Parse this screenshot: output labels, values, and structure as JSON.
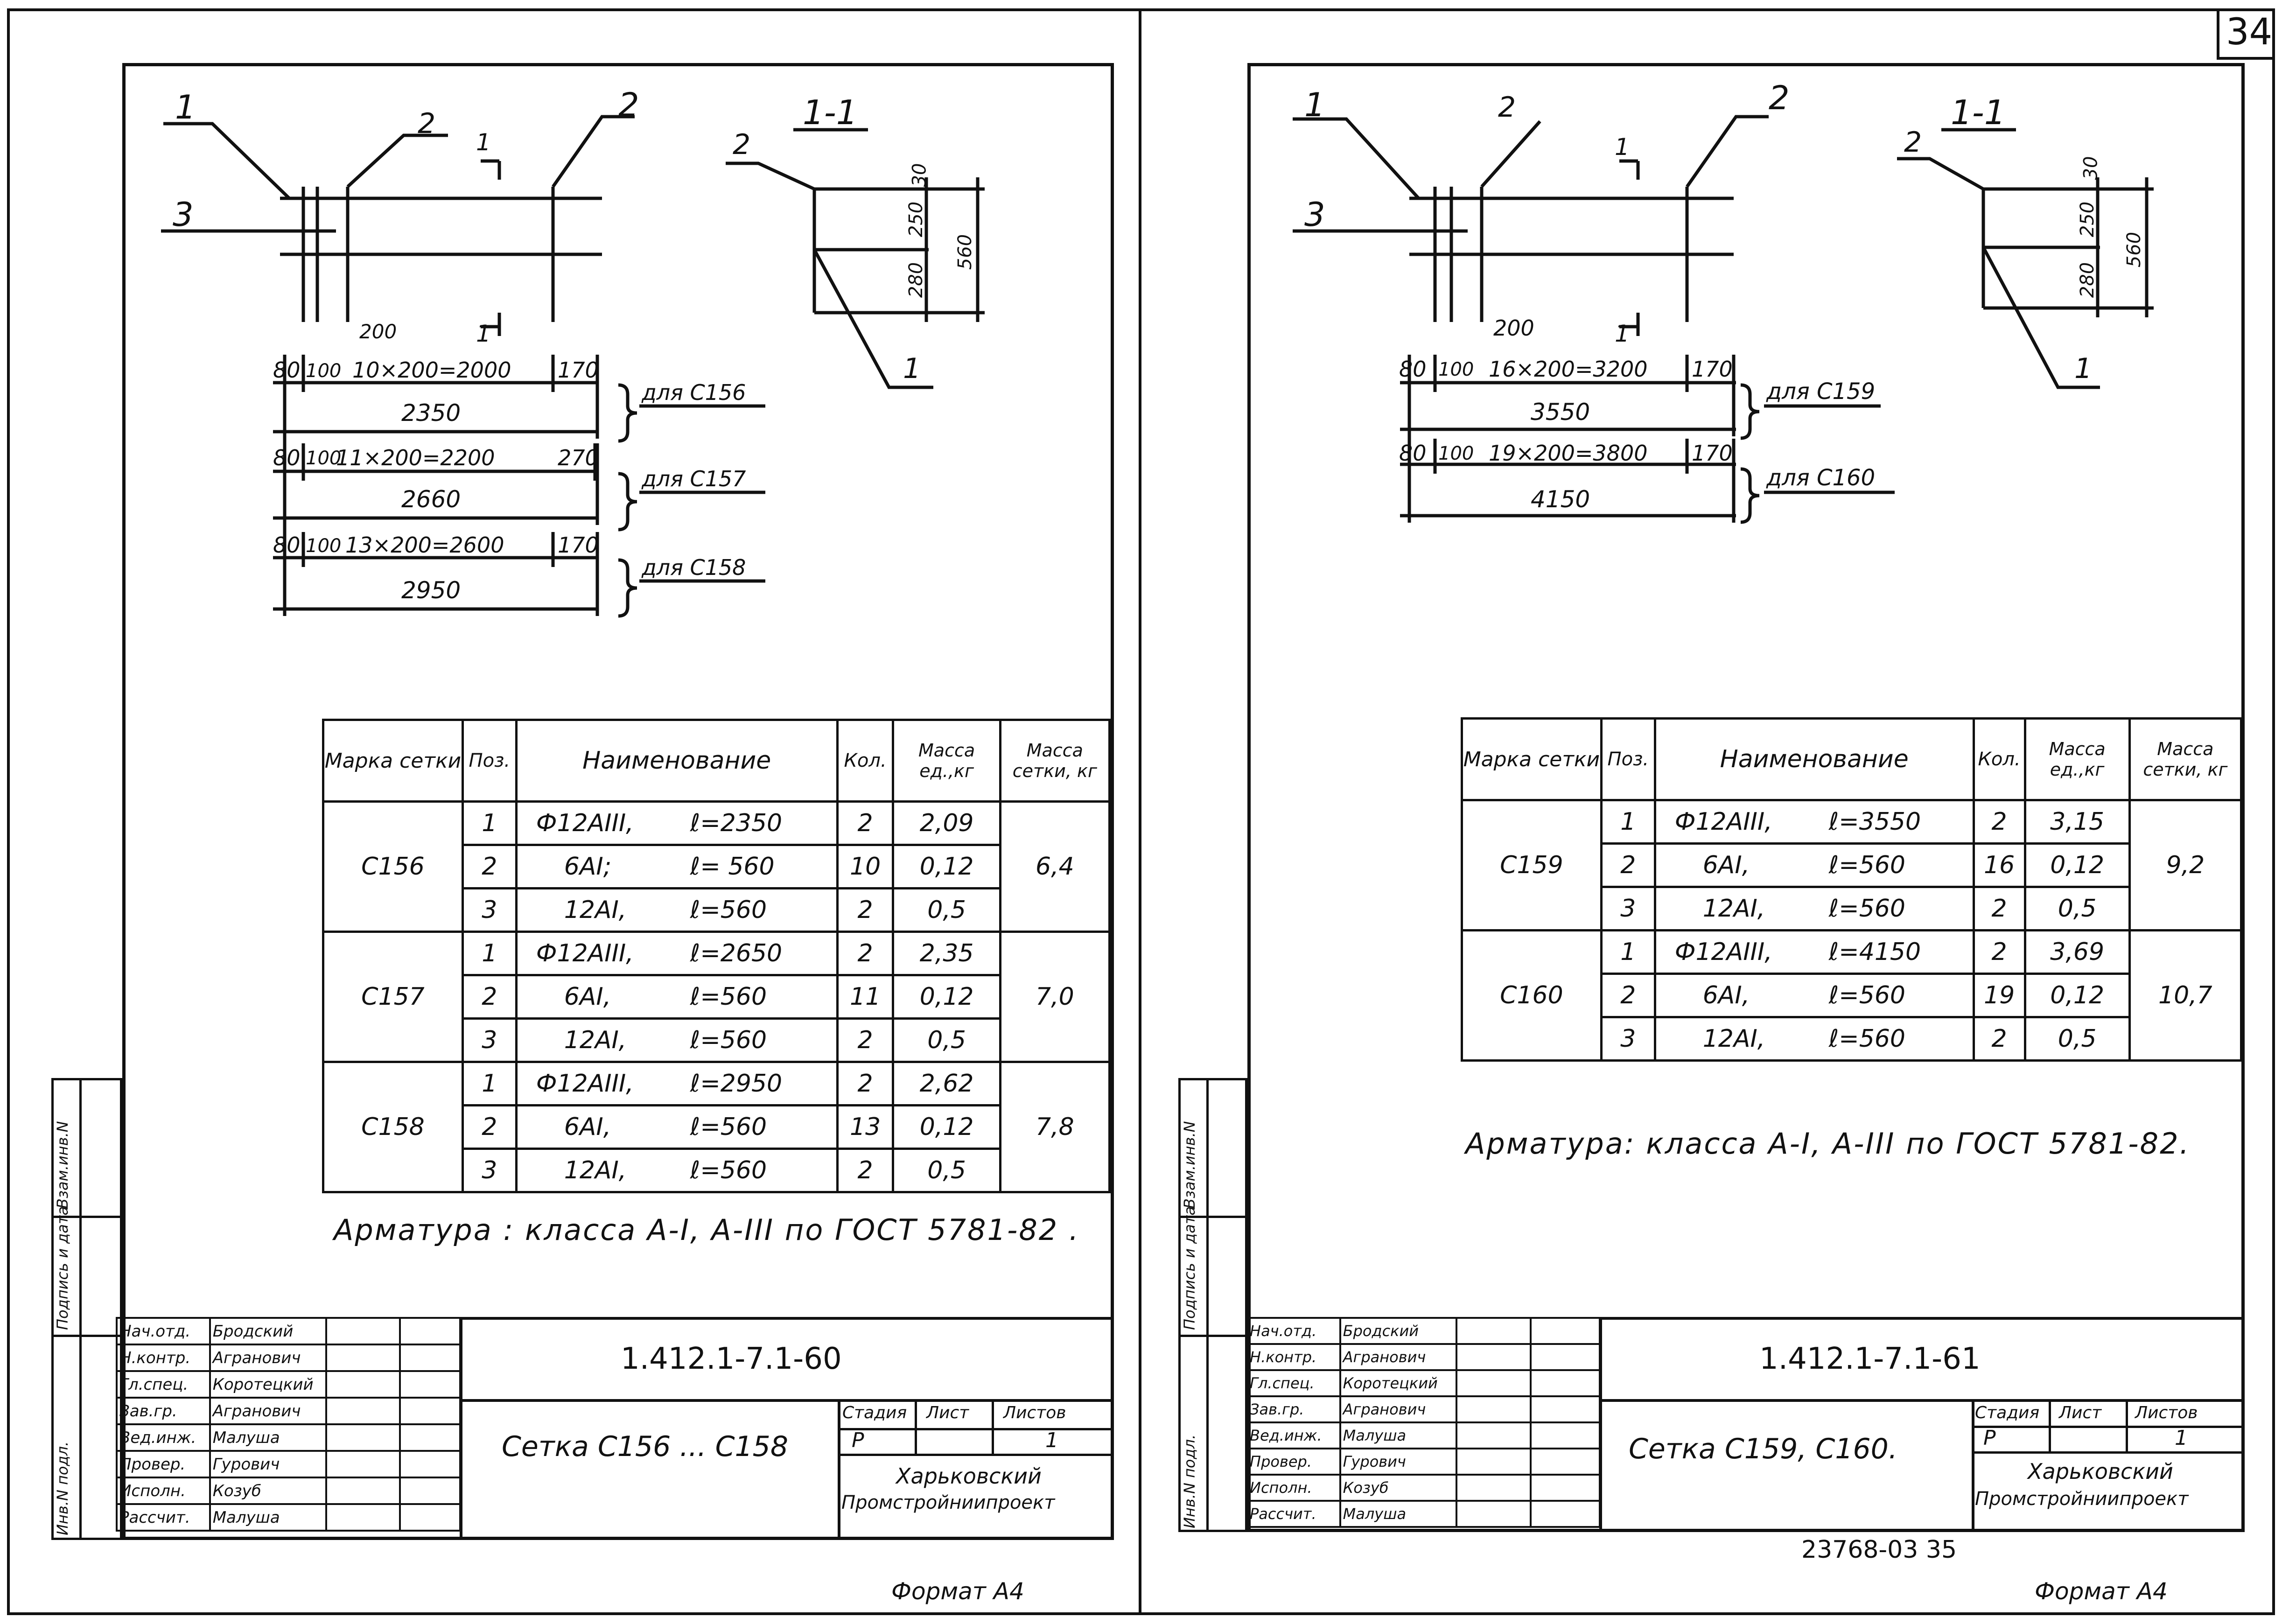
{
  "page_number": "34",
  "footer_code": "23768-03  35",
  "format_label": "Формат А4",
  "left": {
    "section_label": "1-1",
    "markers": {
      "m1": "1",
      "m2": "2",
      "m3": "3",
      "m1b": "1",
      "m2b": "2",
      "m1c": "1"
    },
    "section_dims": [
      "30",
      "250",
      "280",
      "560"
    ],
    "pitch_dim": "200",
    "dimension_rows": [
      {
        "a": "80",
        "b": "100",
        "c": "10×200=2000",
        "d": "170",
        "total": "2350",
        "note": "для С156"
      },
      {
        "a": "80",
        "b": "100",
        "c": "11×200=2200",
        "d": "270",
        "total": "2660",
        "note": "для С157"
      },
      {
        "a": "80",
        "b": "100",
        "c": "13×200=2600",
        "d": "170",
        "total": "2950",
        "note": "для С158"
      }
    ],
    "table": {
      "headers": [
        "Марка сетки",
        "Поз.",
        "Наименование",
        "Кол.",
        "Масса ед.,кг",
        "Масса сетки, кг"
      ],
      "groups": [
        {
          "mark": "С156",
          "total": "6,4",
          "rows": [
            {
              "pos": "1",
              "name": "Ф12АIII,",
              "len": "ℓ=2350",
              "qty": "2",
              "mass": "2,09"
            },
            {
              "pos": "2",
              "name": "6АI;",
              "len": "ℓ= 560",
              "qty": "10",
              "mass": "0,12"
            },
            {
              "pos": "3",
              "name": "12АI,",
              "len": "ℓ=560",
              "qty": "2",
              "mass": "0,5"
            }
          ]
        },
        {
          "mark": "С157",
          "total": "7,0",
          "rows": [
            {
              "pos": "1",
              "name": "Ф12АIII,",
              "len": "ℓ=2650",
              "qty": "2",
              "mass": "2,35"
            },
            {
              "pos": "2",
              "name": "6АI,",
              "len": "ℓ=560",
              "qty": "11",
              "mass": "0,12"
            },
            {
              "pos": "3",
              "name": "12АI,",
              "len": "ℓ=560",
              "qty": "2",
              "mass": "0,5"
            }
          ]
        },
        {
          "mark": "С158",
          "total": "7,8",
          "rows": [
            {
              "pos": "1",
              "name": "Ф12АIII,",
              "len": "ℓ=2950",
              "qty": "2",
              "mass": "2,62"
            },
            {
              "pos": "2",
              "name": "6АI,",
              "len": "ℓ=560",
              "qty": "13",
              "mass": "0,12"
            },
            {
              "pos": "3",
              "name": "12АI,",
              "len": "ℓ=560",
              "qty": "2",
              "mass": "0,5"
            }
          ]
        }
      ]
    },
    "note": "Арматура : класса А-I, А-III по ГОСТ 5781-82 .",
    "stamp": {
      "doc_code": "1.412.1-7.1-60",
      "title": "Сетка С156 ... С158",
      "stage_label": "Стадия",
      "sheet_label": "Лист",
      "sheets_label": "Листов",
      "stage": "Р",
      "sheet": "",
      "sheets": "1",
      "org1": "Харьковский",
      "org2": "Промстройниипроект",
      "people": [
        {
          "role": "Нач.отд.",
          "name": "Бродский"
        },
        {
          "role": "Н.контр.",
          "name": "Агранович"
        },
        {
          "role": "Гл.спец.",
          "name": "Коротецкий"
        },
        {
          "role": "Зав.гр.",
          "name": "Агранович"
        },
        {
          "role": "Вед.инж.",
          "name": "Малуша"
        },
        {
          "role": "Провер.",
          "name": "Гурович"
        },
        {
          "role": "Исполн.",
          "name": "Козуб"
        },
        {
          "role": "Рассчит.",
          "name": "Малуша"
        }
      ]
    },
    "side_labels": [
      "Инв.N подл.",
      "Подпись и дата",
      "Взам.инв.N"
    ]
  },
  "right": {
    "section_label": "1-1",
    "markers": {
      "m1": "1",
      "m2": "2",
      "m3": "3",
      "m1b": "1",
      "m2b": "2",
      "m1c": "1"
    },
    "section_dims": [
      "30",
      "250",
      "280",
      "560"
    ],
    "pitch_dim": "200",
    "dimension_rows": [
      {
        "a": "80",
        "b": "100",
        "c": "16×200=3200",
        "d": "170",
        "total": "3550",
        "note": "для С159"
      },
      {
        "a": "80",
        "b": "100",
        "c": "19×200=3800",
        "d": "170",
        "total": "4150",
        "note": "для С160"
      }
    ],
    "table": {
      "headers": [
        "Марка сетки",
        "Поз.",
        "Наименование",
        "Кол.",
        "Масса ед.,кг",
        "Масса сетки, кг"
      ],
      "groups": [
        {
          "mark": "С159",
          "total": "9,2",
          "rows": [
            {
              "pos": "1",
              "name": "Ф12АIII,",
              "len": "ℓ=3550",
              "qty": "2",
              "mass": "3,15"
            },
            {
              "pos": "2",
              "name": "6АI,",
              "len": "ℓ=560",
              "qty": "16",
              "mass": "0,12"
            },
            {
              "pos": "3",
              "name": "12АI,",
              "len": "ℓ=560",
              "qty": "2",
              "mass": "0,5"
            }
          ]
        },
        {
          "mark": "С160",
          "total": "10,7",
          "rows": [
            {
              "pos": "1",
              "name": "Ф12АIII,",
              "len": "ℓ=4150",
              "qty": "2",
              "mass": "3,69"
            },
            {
              "pos": "2",
              "name": "6АI,",
              "len": "ℓ=560",
              "qty": "19",
              "mass": "0,12"
            },
            {
              "pos": "3",
              "name": "12АI,",
              "len": "ℓ=560",
              "qty": "2",
              "mass": "0,5"
            }
          ]
        }
      ]
    },
    "note": "Арматура: класса А-I, А-III по ГОСТ 5781-82.",
    "stamp": {
      "doc_code": "1.412.1-7.1-61",
      "title": "Сетка С159, С160.",
      "stage_label": "Стадия",
      "sheet_label": "Лист",
      "sheets_label": "Листов",
      "stage": "Р",
      "sheet": "",
      "sheets": "1",
      "org1": "Харьковский",
      "org2": "Промстройниипроект",
      "people": [
        {
          "role": "Нач.отд.",
          "name": "Бродский"
        },
        {
          "role": "Н.контр.",
          "name": "Агранович"
        },
        {
          "role": "Гл.спец.",
          "name": "Коротецкий"
        },
        {
          "role": "Зав.гр.",
          "name": "Агранович"
        },
        {
          "role": "Вед.инж.",
          "name": "Малуша"
        },
        {
          "role": "Провер.",
          "name": "Гурович"
        },
        {
          "role": "Исполн.",
          "name": "Козуб"
        },
        {
          "role": "Рассчит.",
          "name": "Малуша"
        }
      ]
    },
    "side_labels": [
      "Инв.N подл.",
      "Подпись и дата",
      "Взам.инв.N"
    ]
  }
}
